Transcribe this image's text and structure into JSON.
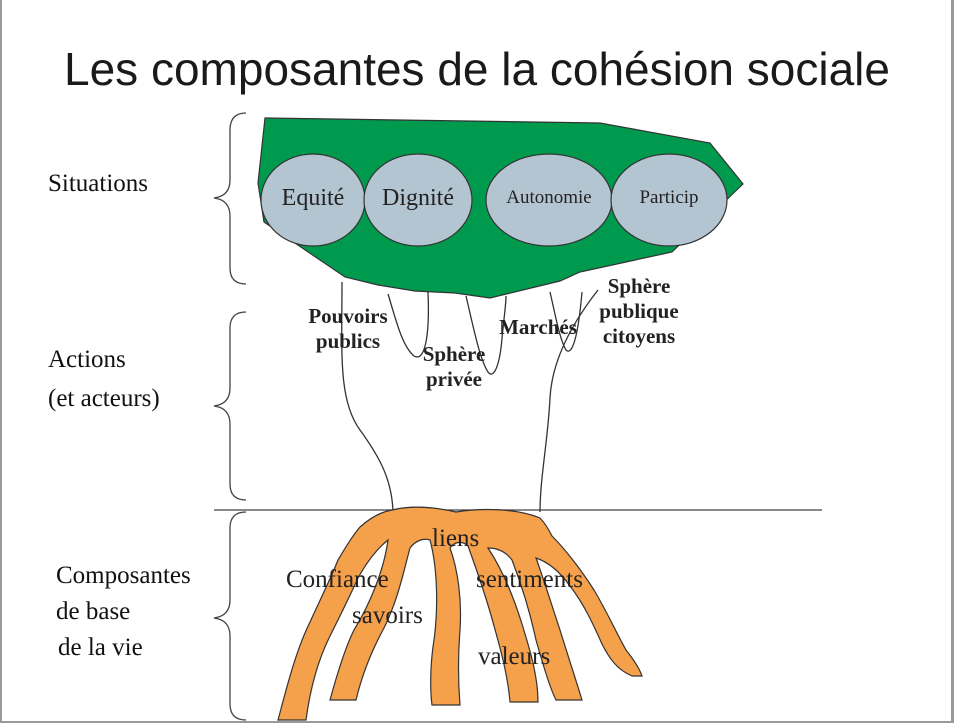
{
  "title": "Les composantes de la cohésion sociale",
  "levels": {
    "situations": "Situations",
    "actions_line1": "Actions",
    "actions_line2": "(et acteurs)",
    "base_line1": "Composantes",
    "base_line2": "de base",
    "base_line3": "de la vie"
  },
  "situations": [
    "Equité",
    "Dignité",
    "Autonomie",
    "Particip"
  ],
  "actors": {
    "pouvoirs_1": "Pouvoirs",
    "pouvoirs_2": "publics",
    "privee_1": "Sphère",
    "privee_2": "privée",
    "marches": "Marchés",
    "publique_1": "Sphère",
    "publique_2": "publique",
    "publique_3": "citoyens"
  },
  "roots": {
    "liens": "liens",
    "confiance": "Confiance",
    "sentiments": "sentiments",
    "savoirs": "savoirs",
    "valeurs": "valeurs"
  },
  "colors": {
    "canopy": "#009a4e",
    "circle": "#b4c5d2",
    "roots": "#f5a04a",
    "line": "#333333"
  }
}
